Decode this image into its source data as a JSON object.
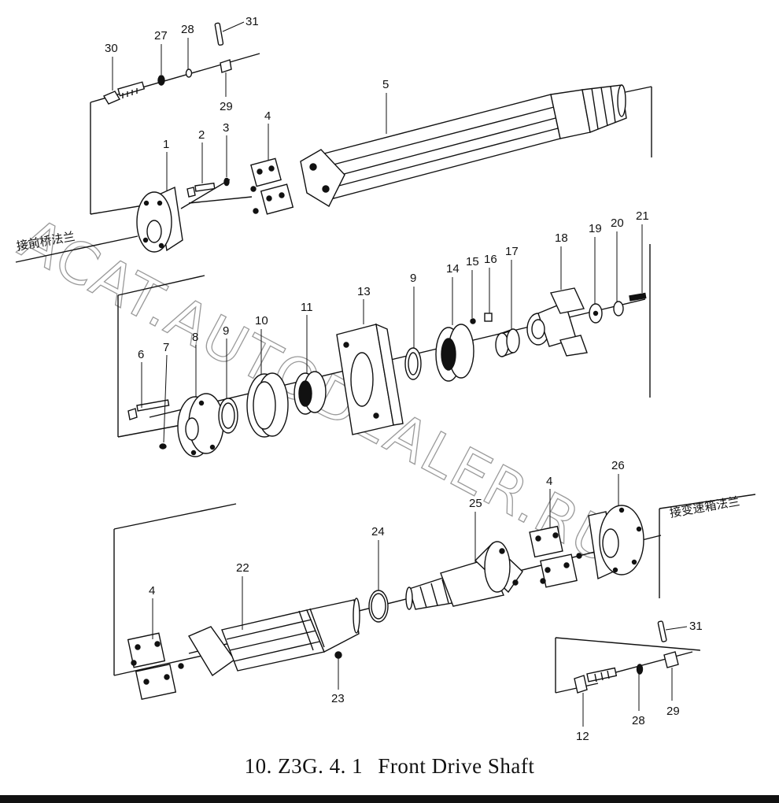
{
  "figure": {
    "caption_number": "10. Z3G. 4. 1",
    "caption_title": "Front Drive Shaft"
  },
  "notes": {
    "front_axle": "接前桥法兰",
    "gearbox": "接变速箱法兰"
  },
  "watermark": "ACAT.AUTODEALER.RU",
  "callouts": {
    "c30": "30",
    "c27": "27",
    "c28a": "28",
    "c31a": "31",
    "c29a": "29",
    "c5": "5",
    "c1": "1",
    "c2": "2",
    "c3": "3",
    "c4a": "4",
    "c6": "6",
    "c7": "7",
    "c8": "8",
    "c9a": "9",
    "c10": "10",
    "c11": "11",
    "c13": "13",
    "c9b": "9",
    "c14": "14",
    "c15": "15",
    "c16": "16",
    "c17": "17",
    "c18": "18",
    "c19": "19",
    "c20": "20",
    "c21": "21",
    "c26": "26",
    "c4b": "4",
    "c25": "25",
    "c24": "24",
    "c22": "22",
    "c4c": "4",
    "c23": "23",
    "c31b": "31",
    "c29b": "29",
    "c28b": "28",
    "c12": "12"
  }
}
